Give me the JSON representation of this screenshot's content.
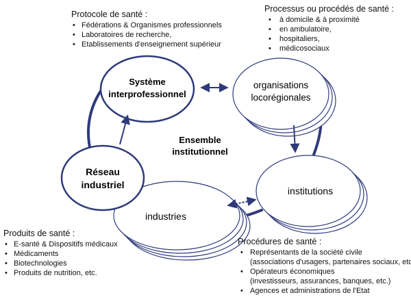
{
  "diagram": {
    "center_label": [
      "Ensemble",
      "institutionnel"
    ],
    "nodes": {
      "systeme": [
        "Système",
        "interprofessionnel"
      ],
      "organisations": [
        "organisations",
        "locorégionales"
      ],
      "institutions": [
        "institutions"
      ],
      "industries": [
        "industries"
      ],
      "reseau": [
        "Réseau",
        "industriel"
      ]
    }
  },
  "blocks": {
    "top_left": {
      "heading": "Protocole de santé :",
      "items": [
        "Fédérations & Organismes professionnels",
        "Laboratoires de recherche,",
        "Etablissements d'enseignement supérieur"
      ]
    },
    "top_right": {
      "heading": "Processus ou procédés de santé :",
      "items": [
        "à domicile & à proximité",
        "en ambulatoire,",
        "hospitaliers,",
        "médicosociaux"
      ]
    },
    "bottom_left": {
      "heading": "Produits de santé :",
      "items": [
        "E-santé & Dispositifs médicaux",
        "Médicaments",
        "Biotechnologies",
        "Produits de nutrition, etc."
      ]
    },
    "bottom_right": {
      "heading": "Procédures de santé :",
      "line1": "Représentants de la société civile",
      "line1_cont": "(associations d'usagers, partenaires sociaux, etc.)",
      "line2": "Opérateurs économiques",
      "line2_cont": "(investisseurs, assurances, banques, etc.)",
      "line3": "Agences et administrations de l'Etat"
    }
  },
  "colors": {
    "stroke": "#2e3a7a",
    "text": "#111111",
    "fill": "#ffffff"
  }
}
